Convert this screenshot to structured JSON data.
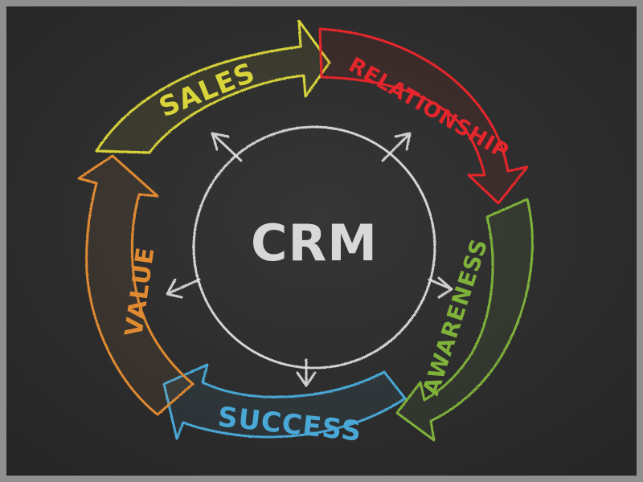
{
  "center_label": "CRM",
  "cycle": [
    {
      "label": "SALES",
      "color": "#d8d43a"
    },
    {
      "label": "RELATIONSHIP",
      "color": "#e5262c"
    },
    {
      "label": "AWARENESS",
      "color": "#7fb23a"
    },
    {
      "label": "SUCCESS",
      "color": "#4aa8d6"
    },
    {
      "label": "VALUE",
      "color": "#e08a32"
    }
  ],
  "colors": {
    "chalkboard": "#2c2c2c",
    "frame": "#8f8f8f",
    "chalk_white": "#e6e6e6"
  },
  "icons": [
    "up-left-arrow-icon",
    "up-right-arrow-icon",
    "left-arrow-icon",
    "right-arrow-icon",
    "down-arrow-icon"
  ]
}
